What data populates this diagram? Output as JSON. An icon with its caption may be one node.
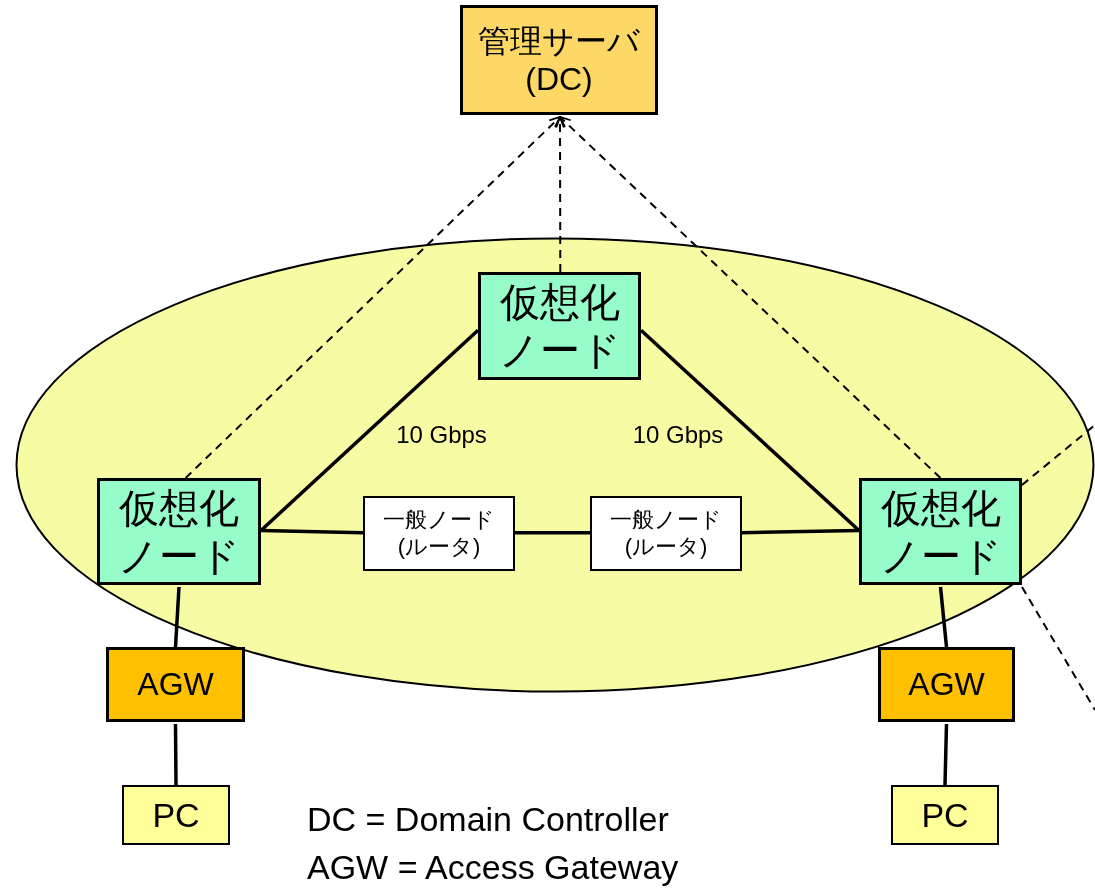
{
  "diagram": {
    "nodes": [
      {
        "text": [
          "管理サーバ (DC)"
        ]
      },
      {
        "text": [],
        "shape": "ellipse"
      },
      {
        "text": [
          "仮想化ノード"
        ],
        "in": 1
      },
      {
        "text": [
          "仮想化ノード"
        ],
        "in": 1
      },
      {
        "text": [
          "仮想化ノード"
        ],
        "in": 1
      },
      {
        "text": [
          "一般ノード (ルータ)"
        ],
        "in": 1
      },
      {
        "text": [
          "一般ノード (ルータ)"
        ],
        "in": 1
      },
      {
        "text": [
          "AGW"
        ]
      },
      {
        "text": [
          "AGW"
        ]
      },
      {
        "text": [
          "PC"
        ]
      },
      {
        "text": [
          "PC"
        ]
      }
    ],
    "edges": [
      {
        "from": 3,
        "to": 0,
        "arrow": "to",
        "style": "dashed"
      },
      {
        "from": 2,
        "to": 0,
        "arrow": "to",
        "style": "dashed"
      },
      {
        "from": 4,
        "to": 0,
        "arrow": "to",
        "style": "dashed"
      },
      {
        "from": 4,
        "to": null,
        "arrow": "none",
        "style": "dashed"
      },
      {
        "from": 4,
        "to": null,
        "arrow": "none",
        "style": "dashed"
      },
      {
        "from": 2,
        "to": 3,
        "arrow": "none",
        "label": "10 Gbps"
      },
      {
        "from": 2,
        "to": 4,
        "arrow": "none",
        "label": "10 Gbps"
      },
      {
        "from": 3,
        "to": 5,
        "arrow": "none"
      },
      {
        "from": 5,
        "to": 6,
        "arrow": "none"
      },
      {
        "from": 6,
        "to": 4,
        "arrow": "none"
      },
      {
        "from": 3,
        "to": 7,
        "arrow": "none"
      },
      {
        "from": 7,
        "to": 9,
        "arrow": "none"
      },
      {
        "from": 4,
        "to": 8,
        "arrow": "none"
      },
      {
        "from": 8,
        "to": 10,
        "arrow": "none"
      }
    ],
    "labels": [
      "DC = Domain Controller",
      "AGW = Access Gateway"
    ]
  }
}
